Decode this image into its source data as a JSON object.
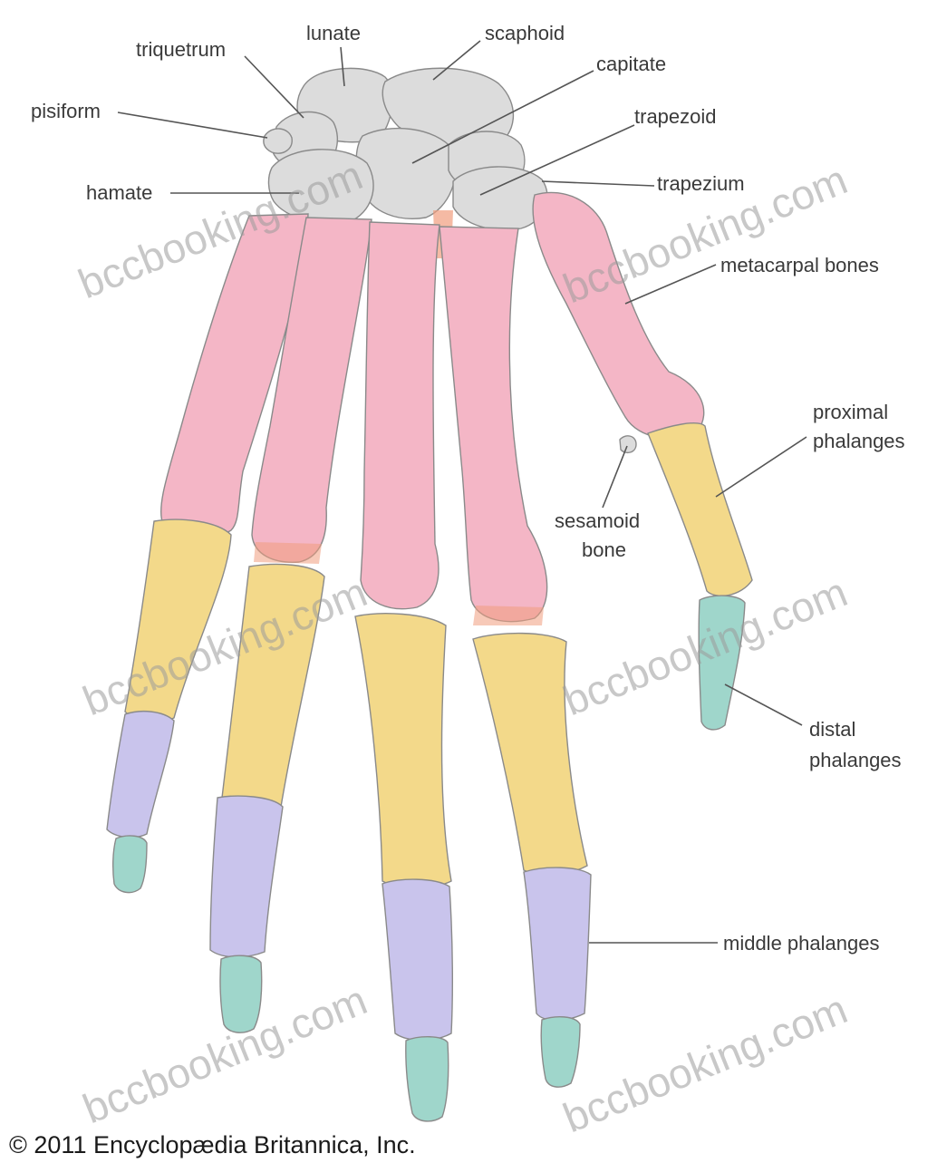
{
  "colors": {
    "carpal": "#dcdcdc",
    "metacarpal": "#f4b6c6",
    "proximal_phalanx": "#f3d98a",
    "middle_phalanx": "#c9c4ec",
    "distal_phalanx": "#9fd6cb",
    "joint_accent": "#f19d7d"
  },
  "labels": {
    "triquetrum": "triquetrum",
    "lunate": "lunate",
    "scaphoid": "scaphoid",
    "capitate": "capitate",
    "pisiform": "pisiform",
    "trapezoid": "trapezoid",
    "hamate": "hamate",
    "trapezium": "trapezium",
    "metacarpal": "metacarpal bones",
    "proximal_1": "proximal",
    "proximal_2": "phalanges",
    "sesamoid_1": "sesamoid",
    "sesamoid_2": "bone",
    "distal_1": "distal",
    "distal_2": "phalanges",
    "middle": "middle phalanges"
  },
  "watermark": "bccbooking.com",
  "copyright": "© 2011 Encyclopædia  Britannica, Inc."
}
